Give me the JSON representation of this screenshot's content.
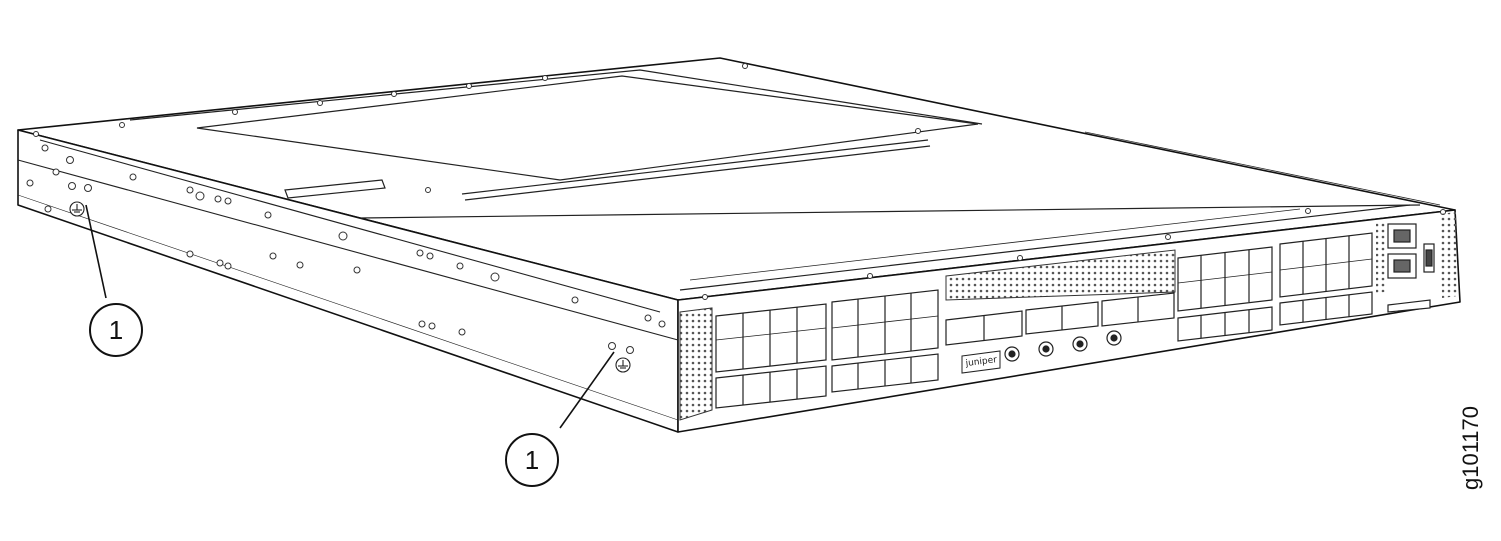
{
  "diagram": {
    "callouts": [
      {
        "label": "1"
      },
      {
        "label": "1"
      }
    ],
    "figure_id": "g101170",
    "logo_text": "juniper"
  }
}
